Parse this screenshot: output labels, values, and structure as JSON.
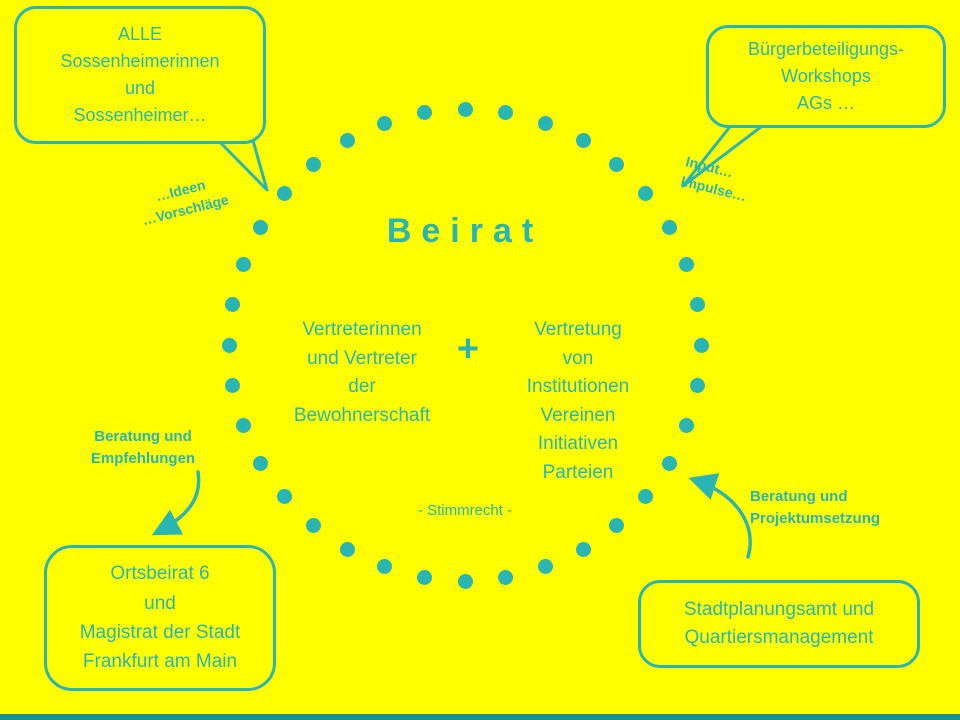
{
  "colors": {
    "background": "#FFFF00",
    "accent": "#2AB5B5",
    "footer_bar": "#1A8F8F"
  },
  "circle": {
    "title": "Beirat",
    "plus": "+",
    "left_group": [
      "Vertreterinnen",
      "und Vertreter",
      "der",
      "Bewohnerschaft"
    ],
    "right_group": [
      "Vertretung",
      "von",
      "Institutionen",
      "Vereinen",
      "Initiativen",
      "Parteien"
    ],
    "footnote": "- Stimmrecht -"
  },
  "bubbles": {
    "top_left": {
      "lines": [
        "ALLE",
        "Sossenheimerinnen",
        "und",
        "Sossenheimer…"
      ]
    },
    "top_right": {
      "lines": [
        "Bürgerbeteiligungs-",
        "Workshops",
        "AGs …"
      ]
    },
    "bottom_left": {
      "lines": [
        "Ortsbeirat 6",
        "und",
        "Magistrat der Stadt",
        "Frankfurt am Main"
      ]
    },
    "bottom_right": {
      "lines": [
        "Stadtplanungsamt und",
        "Quartiersmanagement"
      ]
    }
  },
  "annotations": {
    "ideas": {
      "lines": [
        "…Ideen",
        "…Vorschläge"
      ]
    },
    "input": {
      "lines": [
        "Input…",
        "Impulse…"
      ]
    },
    "advice_left": {
      "lines": [
        "Beratung und",
        "Empfehlungen"
      ]
    },
    "advice_right": {
      "lines": [
        "Beratung und",
        "Projektumsetzung"
      ]
    }
  }
}
